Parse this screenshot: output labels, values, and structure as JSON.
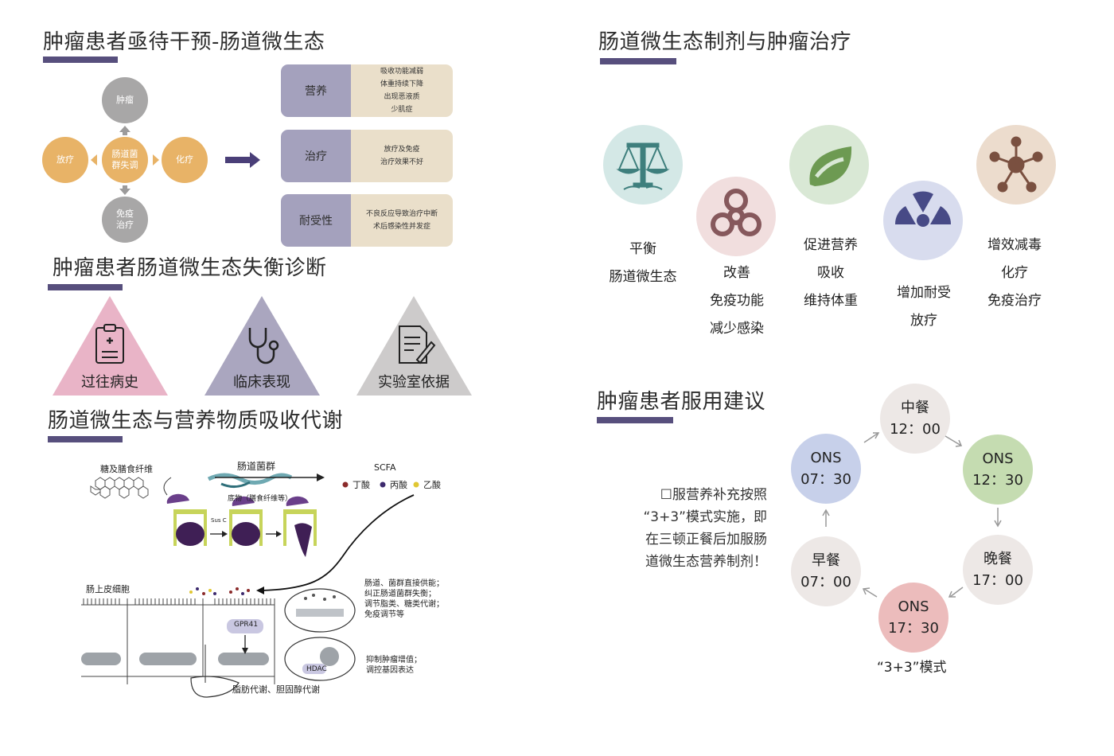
{
  "sections": {
    "s1_title": "肿瘤患者亟待干预-肠道微生态",
    "s2_title": "肿瘤患者肠道微生态失衡诊断",
    "s3_title": "肠道微生态与营养物质吸收代谢",
    "s4_title": "肠道微生态制剂与肿瘤治疗",
    "s5_title": "肿瘤患者服用建议"
  },
  "hub": {
    "center": [
      "肠道菌",
      "群失调"
    ],
    "top": "肿瘤",
    "left": "放疗",
    "right": "化疗",
    "bottom": [
      "免疫",
      "治疗"
    ]
  },
  "cards": [
    {
      "label": "营养",
      "lines": [
        "吸收功能减弱",
        "体重持续下降",
        "出现恶液质",
        "少肌症"
      ]
    },
    {
      "label": "治疗",
      "lines": [
        "放疗及免疫",
        "治疗效果不好"
      ]
    },
    {
      "label": "耐受性",
      "lines": [
        "不良反应导致治疗中断",
        "术后感染性并发症"
      ]
    }
  ],
  "triangles": [
    {
      "label": "过往病史",
      "color": "#e9b4c7",
      "icon": "clipboard-icon"
    },
    {
      "label": "临床表现",
      "color": "#aaa6bf",
      "icon": "stethoscope-icon"
    },
    {
      "label": "实验室依据",
      "color": "#cdcbcb",
      "icon": "lab-report-icon"
    }
  ],
  "metabolism": {
    "fiber": "糖及膳食纤维",
    "flora": "肠道菌群",
    "scfa": "SCFA",
    "acids": [
      "丁酸",
      "丙酸",
      "乙酸"
    ],
    "acid_colors": [
      "#8b2b2b",
      "#3d2a6e",
      "#e0c733"
    ],
    "substrate": "底物（膳食纤维等）",
    "sus": "Sus C",
    "epithelium": "肠上皮细胞",
    "gpr": "GPR41",
    "hdac": "HDAC",
    "fat": "脂肪代谢、胆固醇代谢",
    "note1": [
      "肠道、菌群直接供能；",
      "纠正肠道菌群失衡；",
      "调节脂类、糖类代谢；",
      "免疫调节等"
    ],
    "note2": [
      "抑制肿瘤增值；",
      "调控基因表达"
    ]
  },
  "benefits": [
    {
      "lines": [
        "平衡",
        "肠道微生态"
      ],
      "icon": "balance-scale-icon",
      "color": "#d4e8e6"
    },
    {
      "lines": [
        "改善",
        "免疫功能",
        "减少感染"
      ],
      "icon": "biohazard-icon",
      "color": "#f1dede"
    },
    {
      "lines": [
        "促进营养",
        "吸收",
        "维持体重"
      ],
      "icon": "leaf-icon",
      "color": "#d9e8d5"
    },
    {
      "lines": [
        "增加耐受",
        "放疗"
      ],
      "icon": "radiation-icon",
      "color": "#d8dcee"
    },
    {
      "lines": [
        "增效减毒",
        "化疗",
        "免疫治疗"
      ],
      "icon": "molecule-icon",
      "color": "#ecdccd"
    }
  ],
  "schedule": {
    "instruction": [
      "☐服营养补充按照",
      "“3+3”模式实施，即",
      "在三顿正餐后加服肠",
      "道微生态营养制剂！"
    ],
    "caption": "“3+3”模式",
    "meals": [
      {
        "name": "中餐",
        "time": "12：00",
        "color": "#ede8e6"
      },
      {
        "name": "ONS",
        "time": "12：30",
        "color": "#c5dcb1"
      },
      {
        "name": "晚餐",
        "time": "17：00",
        "color": "#ede8e6"
      },
      {
        "name": "ONS",
        "time": "17：30",
        "color": "#ecbcbc"
      },
      {
        "name": "早餐",
        "time": "07：00",
        "color": "#ede8e6"
      },
      {
        "name": "ONS",
        "time": "07：30",
        "color": "#c7d0ea"
      }
    ]
  },
  "colors": {
    "accent_bar": "#574f7d",
    "orange": "#e8b367",
    "grey": "#a8a7a7",
    "arrow": "#4a3f78"
  }
}
